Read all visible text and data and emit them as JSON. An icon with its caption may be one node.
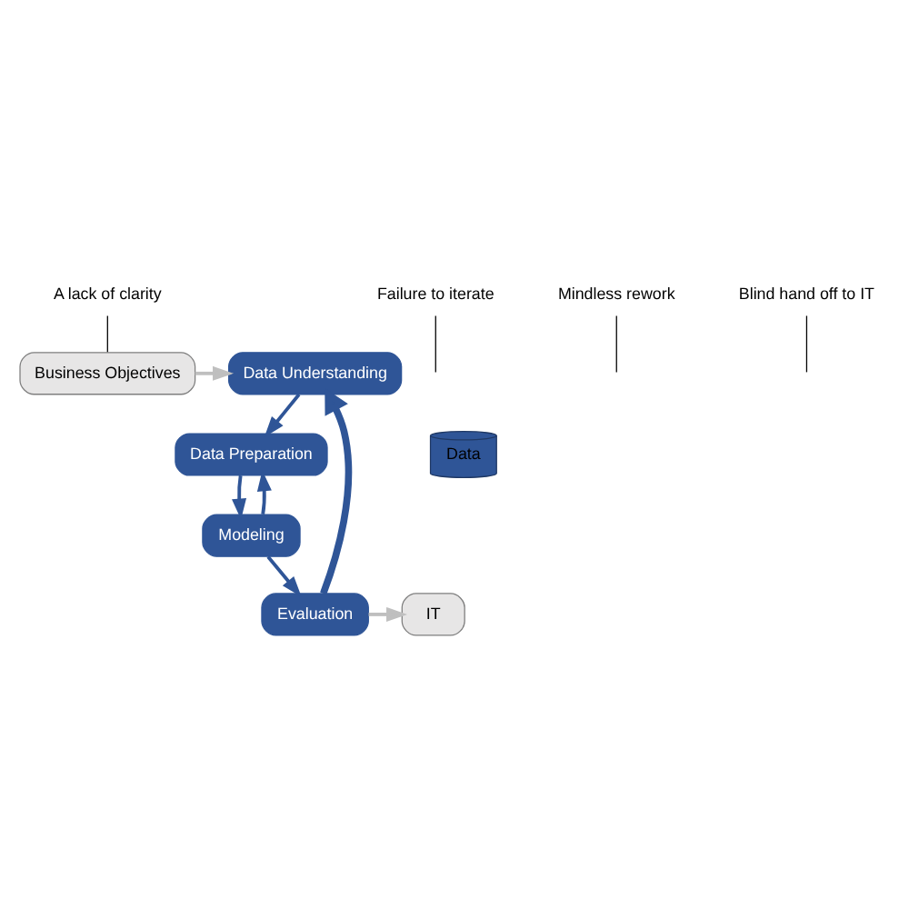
{
  "diagram": {
    "nodes": [
      {
        "text": [
          "Business Objectives"
        ]
      },
      {
        "text": [
          "Data Understanding"
        ]
      },
      {
        "text": [
          "Data Preparation"
        ]
      },
      {
        "text": [
          "Modeling"
        ]
      },
      {
        "text": [
          "Evaluation"
        ]
      },
      {
        "text": [
          "IT"
        ]
      },
      {
        "text": [
          "Data"
        ]
      },
      {
        "text": [
          "A lack of clarity"
        ]
      },
      {
        "text": [
          "Failure to iterate"
        ]
      },
      {
        "text": [
          "Mindless rework"
        ]
      },
      {
        "text": [
          "Blind hand off to IT"
        ]
      }
    ],
    "edges": [
      {
        "from": 0,
        "to": 1,
        "arrow": "to",
        "color": "#bfbfbf"
      },
      {
        "from": 1,
        "to": 2,
        "arrow": "to"
      },
      {
        "from": 2,
        "to": 3,
        "arrow": "to"
      },
      {
        "from": 3,
        "to": 2,
        "arrow": "to"
      },
      {
        "from": 3,
        "to": 4,
        "arrow": "to"
      },
      {
        "from": 4,
        "to": 5,
        "arrow": "to",
        "color": "#bfbfbf"
      },
      {
        "from": 4,
        "to": 1,
        "arrow": "to",
        "style": "thick"
      },
      {
        "from": 7,
        "to": 0,
        "arrow": "none",
        "color": "#000000"
      },
      {
        "from": 8,
        "to": null,
        "arrow": "none",
        "color": "#000000"
      },
      {
        "from": 9,
        "to": null,
        "arrow": "none",
        "color": "#000000"
      },
      {
        "from": 10,
        "to": null,
        "arrow": "none",
        "color": "#000000"
      }
    ]
  }
}
